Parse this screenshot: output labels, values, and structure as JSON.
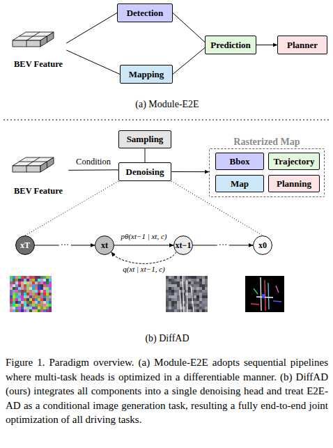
{
  "diagram": {
    "caption": "Figure 1. Paradigm overview. (a) Module-E2E adopts sequential pipelines where multi-task heads is optimized in a differentiable manner. (b) DiffAD (ours) integrates all components into a single denoising head and treat E2E-AD as a conditional image generation task, resulting a fully end-to-end joint optimization of all driving tasks.",
    "nodes": [
      {
        "text": [
          "BEV Feature"
        ]
      },
      {
        "text": [
          "Detection"
        ]
      },
      {
        "text": [
          "Mapping"
        ]
      },
      {
        "text": [
          "Prediction"
        ]
      },
      {
        "text": [
          "Planner"
        ]
      },
      {
        "text": [
          "Sampling"
        ]
      },
      {
        "text": [
          "BEV Feature"
        ]
      },
      {
        "text": [
          "Denoising"
        ]
      },
      {
        "text": [
          "Rasterized Map"
        ]
      },
      {
        "text": [
          "Bbox"
        ],
        "in": 8
      },
      {
        "text": [
          "Trajectory"
        ],
        "in": 8
      },
      {
        "text": [
          "Map"
        ],
        "in": 8
      },
      {
        "text": [
          "Planning"
        ],
        "in": 8
      },
      {
        "text": [
          "xT"
        ]
      },
      {
        "text": [
          "xt"
        ]
      },
      {
        "text": [
          "xt−1"
        ]
      },
      {
        "text": [
          "x0"
        ]
      }
    ],
    "edges": [
      {
        "from": 0,
        "to": 1,
        "arrow": "none"
      },
      {
        "from": 0,
        "to": 2,
        "arrow": "none"
      },
      {
        "from": 1,
        "to": 3,
        "arrow": "none"
      },
      {
        "from": 2,
        "to": 3,
        "arrow": "none"
      },
      {
        "from": 3,
        "to": 4,
        "arrow": "to"
      },
      {
        "from": 6,
        "to": 7,
        "label": "Condition",
        "arrow": "none"
      },
      {
        "from": 5,
        "to": 7,
        "arrow": "none"
      },
      {
        "from": 7,
        "to": 8,
        "arrow": "to"
      },
      {
        "from": 7,
        "to": 13,
        "arrow": "none"
      },
      {
        "from": 7,
        "to": 16,
        "arrow": "none"
      },
      {
        "from": 13,
        "to": 14,
        "label": "···",
        "arrow": "to"
      },
      {
        "from": 14,
        "to": 15,
        "label": "pθ(xt−1 | xt, c)",
        "arrow": "to"
      },
      {
        "from": 15,
        "to": 14,
        "label": "q(xt | xt−1, c)",
        "arrow": "to"
      },
      {
        "from": 15,
        "to": 16,
        "label": "···",
        "arrow": "to"
      }
    ],
    "labels": [
      "(a) Module-E2E",
      "(b) DiffAD"
    ]
  }
}
